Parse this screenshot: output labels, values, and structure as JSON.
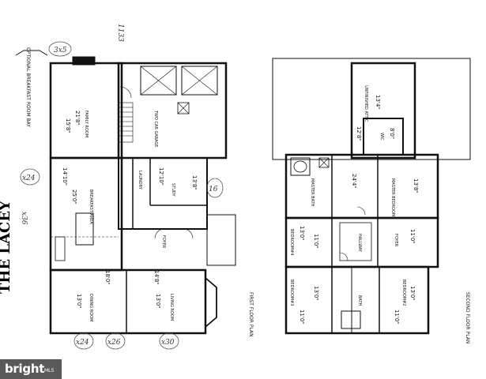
{
  "title": "THE LACEY",
  "caption_top": "OPTIONAL BREAKFAST ROOM BAY",
  "first_floor": {
    "label": "FIRST FLOOR PLAN",
    "rooms": [
      {
        "name": "FAMILY ROOM",
        "dim1": "21'8\"",
        "dim2": "15'8\""
      },
      {
        "name": "TWO CAR GARAGE",
        "dim1": "",
        "dim2": ""
      },
      {
        "name": "BREAKFAST AREA",
        "dim1": "25'0\"",
        "dim2": "14'10\""
      },
      {
        "name": "LAUNDRY",
        "dim1": "",
        "dim2": ""
      },
      {
        "name": "STUDY",
        "dim1": "12'10\"",
        "dim2": "13'8\""
      },
      {
        "name": "FOYER",
        "dim1": "",
        "dim2": ""
      },
      {
        "name": "DINING ROOM",
        "dim1": "13'0\"",
        "dim2": "18'0\""
      },
      {
        "name": "LIVING ROOM",
        "dim1": "13'0\"",
        "dim2": "14'8\""
      }
    ]
  },
  "second_floor": {
    "label": "SECOND FLOOR PLAN",
    "rooms": [
      {
        "name": "UNFINISHED ATTIC",
        "dim1": "13'4\"",
        "dim2": ""
      },
      {
        "name": "WIC",
        "dim1": "8'0\"",
        "dim2": "12'8\""
      },
      {
        "name": "MASTER BATH",
        "dim1": "",
        "dim2": ""
      },
      {
        "name": "MASTER BEDROOM",
        "dim1": "24'4\"",
        "dim2": "13'8\""
      },
      {
        "name": "BEDROOM#4",
        "dim1": "13'0\"",
        "dim2": "11'0\""
      },
      {
        "name": "HALLWAY",
        "dim1": "",
        "dim2": ""
      },
      {
        "name": "FOYER",
        "dim1": "11'0\"",
        "dim2": ""
      },
      {
        "name": "BEDROOM#3",
        "dim1": "13'0\"",
        "dim2": "11'0\""
      },
      {
        "name": "BATH",
        "dim1": "",
        "dim2": ""
      },
      {
        "name": "BEDROOM#2",
        "dim1": "13'0\"",
        "dim2": "11'0\""
      }
    ]
  },
  "handwritten": [
    "3x5",
    "1133",
    "x24",
    "16",
    "x36",
    "x24",
    "x26",
    "x30"
  ],
  "watermark": {
    "brand": "bright",
    "suffix": "MLS"
  }
}
